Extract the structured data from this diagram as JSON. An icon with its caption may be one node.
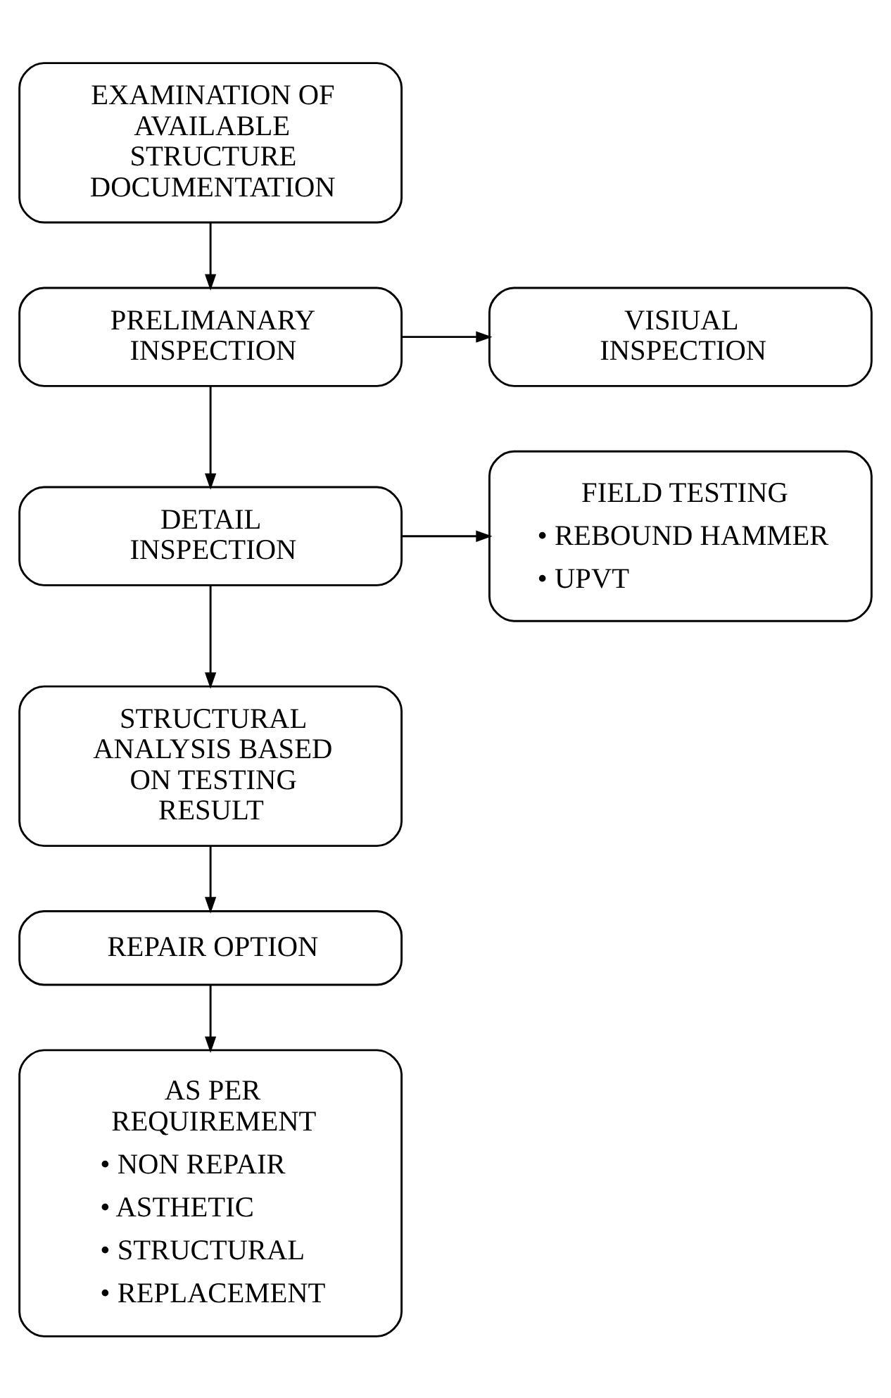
{
  "diagram": {
    "nodes": [
      {
        "text": [
          "EXAMINATION OF AVAILABLE STRUCTURE DOCUMENTATION"
        ]
      },
      {
        "text": [
          "PRELIMANARY INSPECTION"
        ]
      },
      {
        "text": [
          "VISIUAL INSPECTION"
        ]
      },
      {
        "text": [
          "DETAIL INSPECTION"
        ]
      },
      {
        "text": [
          "FIELD TESTING",
          "• REBOUND HAMMER",
          "• UPVT"
        ]
      },
      {
        "text": [
          "STRUCTURAL ANALYSIS BASED ON TESTING RESULT"
        ]
      },
      {
        "text": [
          "REPAIR OPTION"
        ]
      },
      {
        "text": [
          "AS PER REQUIREMENT",
          "• NON REPAIR",
          "• ASTHETIC",
          "• STRUCTURAL",
          "• REPLACEMENT"
        ]
      }
    ],
    "edges": [
      {
        "from": 0,
        "to": 1,
        "arrow": "to"
      },
      {
        "from": 1,
        "to": 2,
        "arrow": "to"
      },
      {
        "from": 1,
        "to": 3,
        "arrow": "to"
      },
      {
        "from": 3,
        "to": 4,
        "arrow": "to"
      },
      {
        "from": 3,
        "to": 5,
        "arrow": "to"
      },
      {
        "from": 5,
        "to": 6,
        "arrow": "to"
      },
      {
        "from": 6,
        "to": 7,
        "arrow": "to"
      }
    ]
  }
}
